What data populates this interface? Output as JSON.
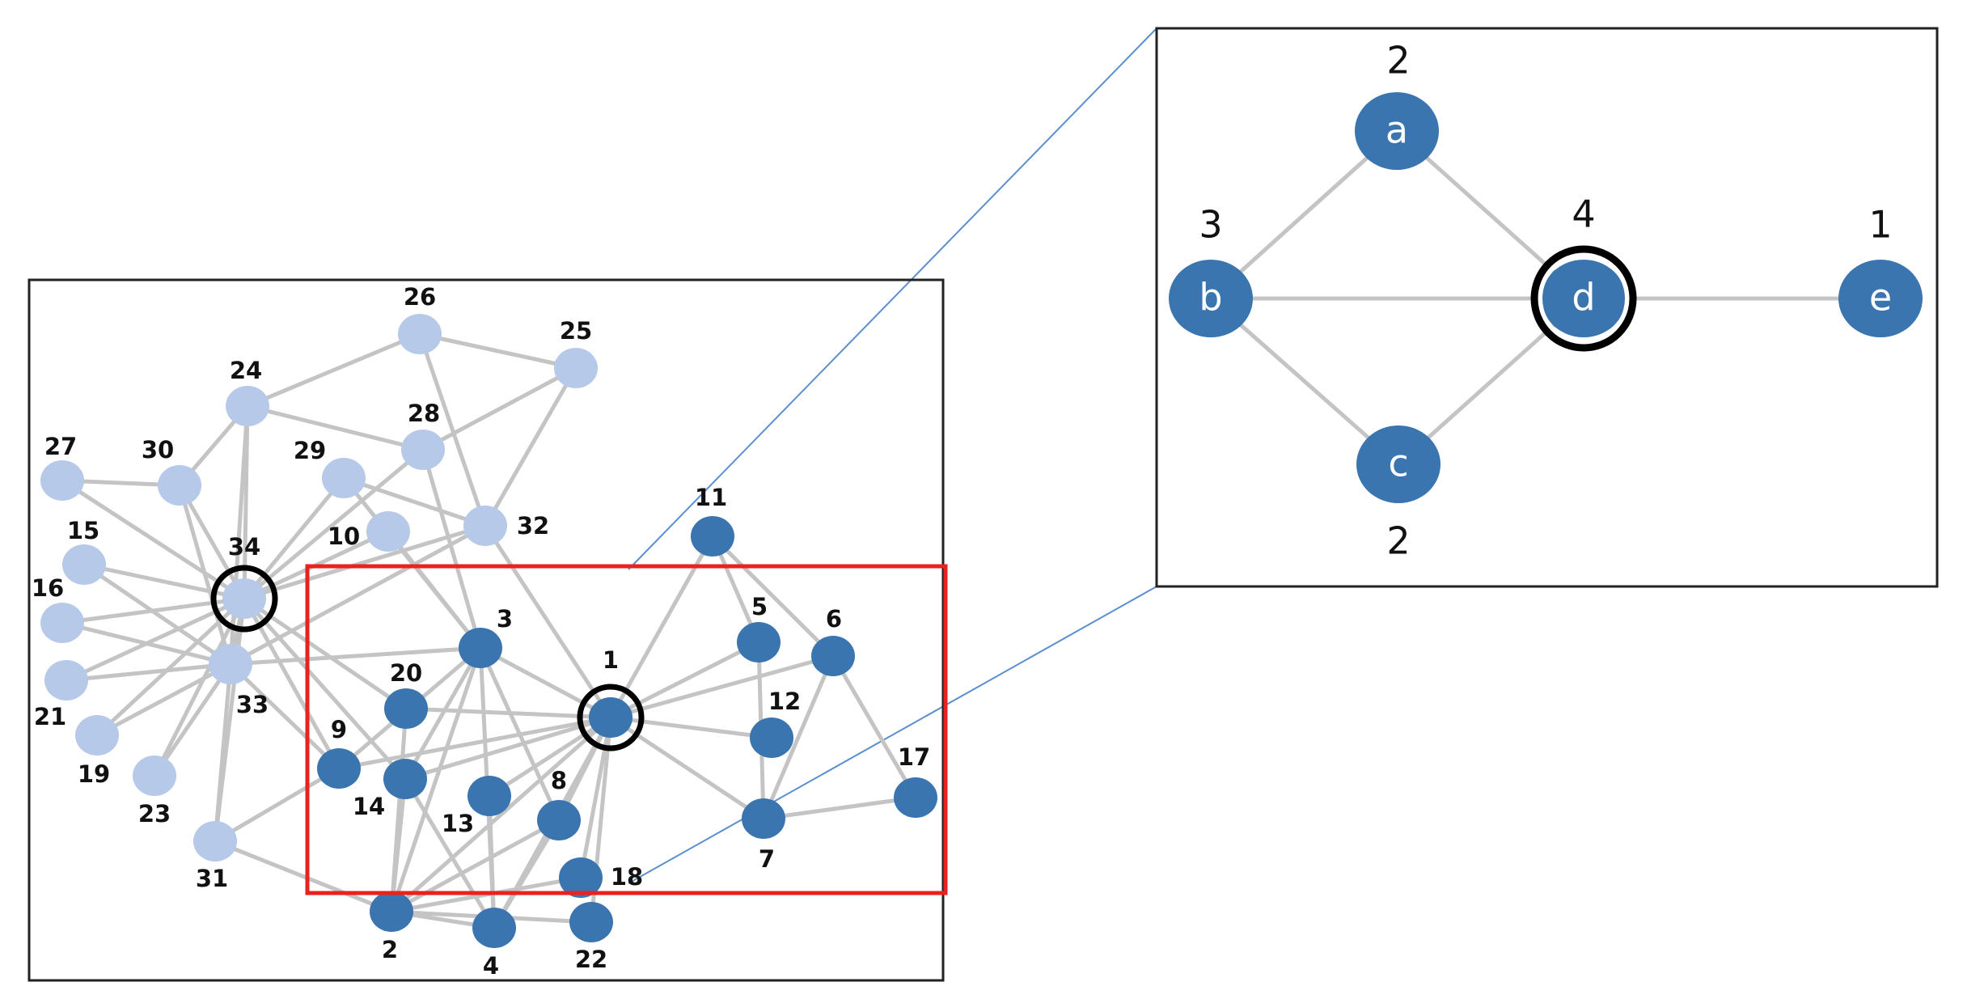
{
  "colors": {
    "community_a": "#b6c9e8",
    "community_b": "#3a75b0",
    "edge": "#c4c4c4",
    "highlight_box": "#e8221e",
    "zoom_lines": "#5b8fd0",
    "node_ring": "#000000"
  },
  "graph": {
    "nodes": [
      {
        "id": "1",
        "community": "b",
        "ringed": true
      },
      {
        "id": "2",
        "community": "b"
      },
      {
        "id": "3",
        "community": "b"
      },
      {
        "id": "4",
        "community": "b"
      },
      {
        "id": "5",
        "community": "b"
      },
      {
        "id": "6",
        "community": "b"
      },
      {
        "id": "7",
        "community": "b"
      },
      {
        "id": "8",
        "community": "b"
      },
      {
        "id": "9",
        "community": "b"
      },
      {
        "id": "10",
        "community": "a"
      },
      {
        "id": "11",
        "community": "b"
      },
      {
        "id": "12",
        "community": "b"
      },
      {
        "id": "13",
        "community": "b"
      },
      {
        "id": "14",
        "community": "b"
      },
      {
        "id": "15",
        "community": "a"
      },
      {
        "id": "16",
        "community": "a"
      },
      {
        "id": "17",
        "community": "b"
      },
      {
        "id": "18",
        "community": "b"
      },
      {
        "id": "19",
        "community": "a"
      },
      {
        "id": "20",
        "community": "b"
      },
      {
        "id": "21",
        "community": "a"
      },
      {
        "id": "22",
        "community": "b"
      },
      {
        "id": "23",
        "community": "a"
      },
      {
        "id": "24",
        "community": "a"
      },
      {
        "id": "25",
        "community": "a"
      },
      {
        "id": "26",
        "community": "a"
      },
      {
        "id": "27",
        "community": "a"
      },
      {
        "id": "28",
        "community": "a"
      },
      {
        "id": "29",
        "community": "a"
      },
      {
        "id": "30",
        "community": "a"
      },
      {
        "id": "31",
        "community": "a"
      },
      {
        "id": "32",
        "community": "a"
      },
      {
        "id": "33",
        "community": "a"
      },
      {
        "id": "34",
        "community": "a",
        "ringed": true
      }
    ],
    "edges": [
      [
        "1",
        "2"
      ],
      [
        "1",
        "3"
      ],
      [
        "1",
        "4"
      ],
      [
        "1",
        "5"
      ],
      [
        "1",
        "6"
      ],
      [
        "1",
        "7"
      ],
      [
        "1",
        "8"
      ],
      [
        "1",
        "9"
      ],
      [
        "1",
        "11"
      ],
      [
        "1",
        "12"
      ],
      [
        "1",
        "13"
      ],
      [
        "1",
        "14"
      ],
      [
        "1",
        "18"
      ],
      [
        "1",
        "20"
      ],
      [
        "1",
        "22"
      ],
      [
        "1",
        "32"
      ],
      [
        "2",
        "3"
      ],
      [
        "2",
        "4"
      ],
      [
        "2",
        "8"
      ],
      [
        "2",
        "14"
      ],
      [
        "2",
        "18"
      ],
      [
        "2",
        "20"
      ],
      [
        "2",
        "22"
      ],
      [
        "2",
        "31"
      ],
      [
        "3",
        "4"
      ],
      [
        "3",
        "8"
      ],
      [
        "3",
        "9"
      ],
      [
        "3",
        "10"
      ],
      [
        "3",
        "14"
      ],
      [
        "3",
        "28"
      ],
      [
        "3",
        "29"
      ],
      [
        "3",
        "33"
      ],
      [
        "4",
        "8"
      ],
      [
        "4",
        "13"
      ],
      [
        "4",
        "14"
      ],
      [
        "5",
        "7"
      ],
      [
        "5",
        "11"
      ],
      [
        "6",
        "7"
      ],
      [
        "6",
        "11"
      ],
      [
        "6",
        "17"
      ],
      [
        "7",
        "17"
      ],
      [
        "9",
        "31"
      ],
      [
        "9",
        "33"
      ],
      [
        "9",
        "34"
      ],
      [
        "10",
        "34"
      ],
      [
        "14",
        "34"
      ],
      [
        "15",
        "33"
      ],
      [
        "15",
        "34"
      ],
      [
        "16",
        "33"
      ],
      [
        "16",
        "34"
      ],
      [
        "19",
        "33"
      ],
      [
        "19",
        "34"
      ],
      [
        "20",
        "34"
      ],
      [
        "21",
        "33"
      ],
      [
        "21",
        "34"
      ],
      [
        "23",
        "33"
      ],
      [
        "23",
        "34"
      ],
      [
        "24",
        "26"
      ],
      [
        "24",
        "28"
      ],
      [
        "24",
        "30"
      ],
      [
        "24",
        "33"
      ],
      [
        "24",
        "34"
      ],
      [
        "25",
        "26"
      ],
      [
        "25",
        "28"
      ],
      [
        "25",
        "32"
      ],
      [
        "26",
        "32"
      ],
      [
        "27",
        "30"
      ],
      [
        "27",
        "34"
      ],
      [
        "28",
        "34"
      ],
      [
        "29",
        "32"
      ],
      [
        "29",
        "34"
      ],
      [
        "30",
        "33"
      ],
      [
        "30",
        "34"
      ],
      [
        "31",
        "33"
      ],
      [
        "31",
        "34"
      ],
      [
        "32",
        "33"
      ],
      [
        "32",
        "34"
      ],
      [
        "33",
        "34"
      ]
    ]
  },
  "inset": {
    "nodes": [
      {
        "id": "a",
        "count": "2",
        "ringed": false
      },
      {
        "id": "b",
        "count": "3",
        "ringed": false
      },
      {
        "id": "c",
        "count": "2",
        "ringed": false
      },
      {
        "id": "d",
        "count": "4",
        "ringed": true
      },
      {
        "id": "e",
        "count": "1",
        "ringed": false
      }
    ],
    "edges": [
      [
        "a",
        "b"
      ],
      [
        "a",
        "d"
      ],
      [
        "b",
        "d"
      ],
      [
        "b",
        "c"
      ],
      [
        "c",
        "d"
      ],
      [
        "d",
        "e"
      ]
    ]
  }
}
